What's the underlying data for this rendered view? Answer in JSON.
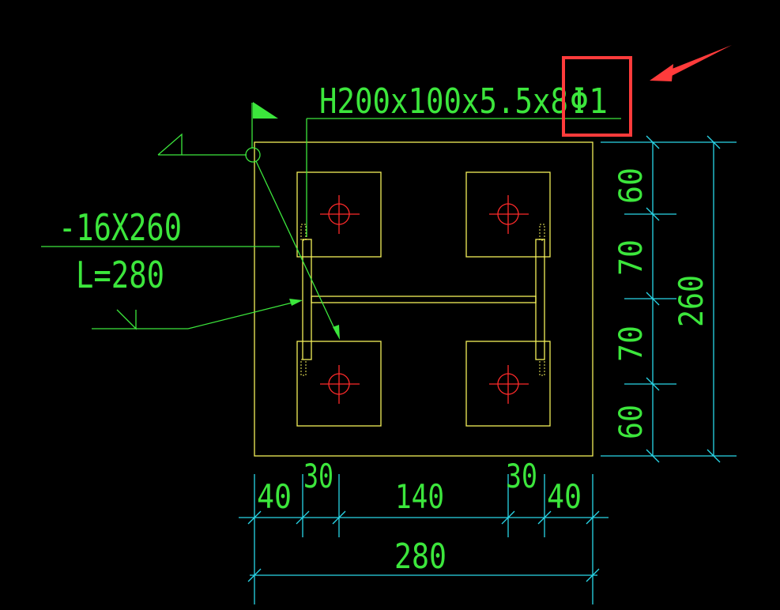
{
  "drawing": {
    "member_label": "H200x100x5.5x8",
    "grade_label": "Φ1",
    "plate_label": "-16X260",
    "length_label": "L=280"
  },
  "dims_horizontal": {
    "d1": "40",
    "d2": "30",
    "d3": "140",
    "d4": "30",
    "d5": "40",
    "total": "280"
  },
  "dims_vertical": {
    "d1": "60",
    "d2": "70",
    "d3": "70",
    "d4": "60",
    "total": "260"
  },
  "colors": {
    "background": "#000000",
    "text": "#3ce63c",
    "dimension": "#29d6e8",
    "outline": "#f4f05a",
    "bolt": "#ff2a2a",
    "highlight": "#ff3b3b"
  }
}
